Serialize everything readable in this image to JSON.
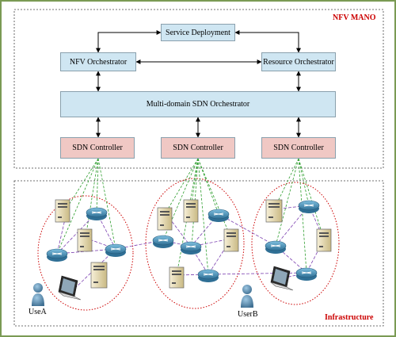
{
  "mano": {
    "label": "NFV MANO",
    "service_deployment": "Service Deployment",
    "nfv_orchestrator": "NFV Orchestrator",
    "resource_orchestrator": "Resource Orchestrator",
    "multidomain_orchestrator": "Multi-domain SDN Orchestrator",
    "controllers": [
      "SDN Controller",
      "SDN Controller",
      "SDN Controller"
    ]
  },
  "infrastructure": {
    "label": "Infrastructure",
    "users": [
      "UseA",
      "UserB"
    ]
  },
  "colors": {
    "frame_border": "#7a9a54",
    "blue_box": "#cfe6f2",
    "controller_box": "#f0c8c4",
    "region_label": "#cc0000",
    "control_link": "#2e9e2e",
    "data_link": "#7b3fb0",
    "domain_ellipse": "#cc0000",
    "router": "#4a90b8",
    "server": "#e6d9a8"
  },
  "icons": [
    "router-icon",
    "server-icon",
    "laptop-icon",
    "user-icon"
  ]
}
